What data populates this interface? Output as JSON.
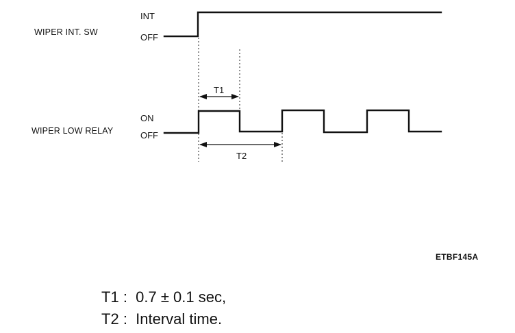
{
  "signals": [
    {
      "name": "WIPER INT. SW",
      "levels": {
        "high": "INT",
        "low": "OFF"
      }
    },
    {
      "name": "WIPER LOW RELAY",
      "levels": {
        "high": "ON",
        "low": "OFF"
      }
    }
  ],
  "intervals": {
    "t1": {
      "label": "T1"
    },
    "t2": {
      "label": "T2"
    }
  },
  "figure_code": "ETBF145A",
  "notes": [
    {
      "symbol": "T1",
      "text": ":  0.7 ± 0.1 sec,"
    },
    {
      "symbol": "T2",
      "text": ":  Interval time."
    }
  ]
}
